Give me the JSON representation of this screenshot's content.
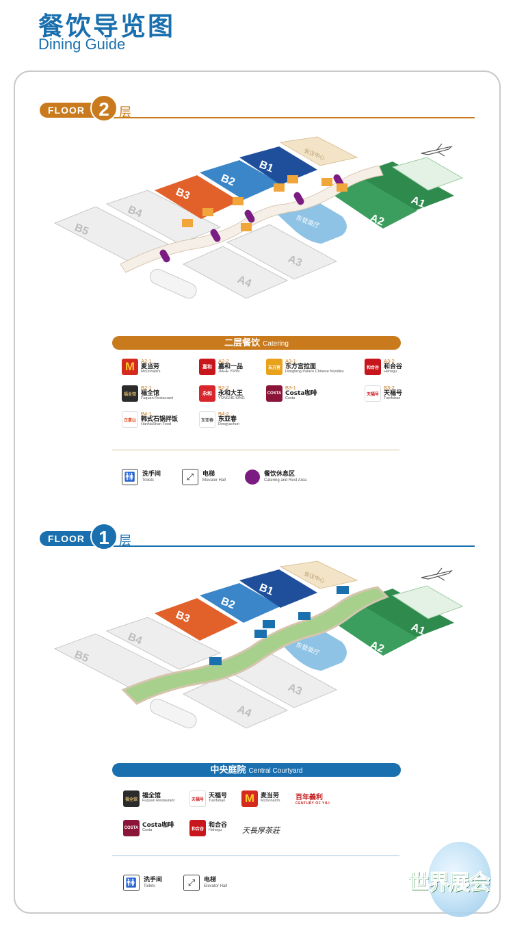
{
  "header": {
    "title": "餐饮导览图",
    "subtitle": "Dining Guide"
  },
  "floor2": {
    "label": "FLOOR",
    "number": "2",
    "suffix": "层",
    "halls": {
      "a1": "A1",
      "a2": "A2",
      "a3": "A3",
      "a4": "A4",
      "b1": "B1",
      "b2": "B2",
      "b3": "B3",
      "b4": "B4",
      "b5": "B5",
      "conference": "会议中心",
      "dongdeng": "东登录厅"
    },
    "section_title": "二层餐饮",
    "section_title_en": "Catering",
    "restaurants": [
      {
        "code": "A2-1",
        "cn": "麦当劳",
        "en": "McDonald's",
        "logo_text": "M",
        "color": "#d52b1e"
      },
      {
        "code": "A2-2",
        "cn": "嘉和一品",
        "en": "JIAHE YIPIN",
        "logo_text": "嘉和",
        "color": "#c8161d"
      },
      {
        "code": "A3-1",
        "cn": "东方宫拉面",
        "en": "Dongfang Palace Chinese Noodles",
        "logo_text": "东方宫",
        "color": "#e8a21b"
      },
      {
        "code": "A3-2",
        "cn": "和合谷",
        "en": "Hehegu",
        "logo_text": "和合谷",
        "color": "#c8161d"
      },
      {
        "code": "B2-1",
        "cn": "福全馆",
        "en": "Fuquan Restaurant",
        "logo_text": "福全馆",
        "color": "#2b2b2b"
      },
      {
        "code": "B2-2",
        "cn": "永和大王",
        "en": "YONGHE KING",
        "logo_text": "永和",
        "color": "#d8262c"
      },
      {
        "code": "B3-1",
        "cn": "Costa咖啡",
        "en": "Costa",
        "logo_text": "COSTA",
        "color": "#8a1538"
      },
      {
        "code": "B3-2",
        "cn": "天福号",
        "en": "Tianfuhao",
        "logo_text": "天福号",
        "color": "#c8161d"
      },
      {
        "code": "B4-1",
        "cn": "韩式石锅拌饭",
        "en": "HanNaShan Food",
        "logo_text": "汉拿山",
        "color": "#e84a1c"
      },
      {
        "code": "B4-2",
        "cn": "东亚春",
        "en": "Dongyachun",
        "logo_text": "东亚春",
        "color": "#5a5a5a"
      }
    ],
    "legend": [
      {
        "cn": "洗手间",
        "en": "Toilets",
        "icon": "toilet-icon",
        "glyph": "🚻"
      },
      {
        "cn": "电梯",
        "en": "Elevator Hall",
        "icon": "escalator-icon",
        "glyph": "⤢"
      },
      {
        "cn": "餐饮休息区",
        "en": "Catering and Rest Area",
        "icon": "rest-area-dot-icon",
        "glyph": "",
        "color": "#7b1c83"
      }
    ]
  },
  "floor1": {
    "label": "FLOOR",
    "number": "1",
    "suffix": "层",
    "halls": {
      "a1": "A1",
      "a2": "A2",
      "a3": "A3",
      "a4": "A4",
      "b1": "B1",
      "b2": "B2",
      "b3": "B3",
      "b4": "B4",
      "b5": "B5",
      "conference": "会议中心",
      "dongdeng": "东登录厅"
    },
    "section_title": "中央庭院",
    "section_title_en": "Central Courtyard",
    "restaurants": [
      {
        "cn": "福全馆",
        "en": "Fuquan Restaurant",
        "logo_text": "福全馆",
        "color": "#2b2b2b"
      },
      {
        "cn": "天福号",
        "en": "Tianfuhao",
        "logo_text": "天福号",
        "color": "#c8161d"
      },
      {
        "cn": "麦当劳",
        "en": "McDonald's",
        "logo_text": "M",
        "color": "#d52b1e"
      },
      {
        "cn": "Costa咖啡",
        "en": "Costa",
        "logo_text": "COSTA",
        "color": "#8a1538"
      },
      {
        "cn": "和合谷",
        "en": "Hehegu",
        "logo_text": "和合谷",
        "color": "#c8161d"
      }
    ],
    "text_logos": {
      "baiyili": "百年義利",
      "baiyili_en": "CENTURY OF YILI",
      "tianchang": "天長厚茶莊"
    },
    "legend": [
      {
        "cn": "洗手间",
        "en": "Toilets",
        "icon": "toilet-icon",
        "glyph": "🚻"
      },
      {
        "cn": "电梯",
        "en": "Elevator Hall",
        "icon": "escalator-icon",
        "glyph": "⤢"
      }
    ]
  },
  "watermark": {
    "text": "世界展会"
  },
  "colors": {
    "orange": "#c97a1d",
    "blue": "#1a6fae",
    "green": "#2f8a4e",
    "purple": "#7b1c83",
    "light_blue": "#8fc3e6",
    "grey_hall": "#eeeeee"
  }
}
